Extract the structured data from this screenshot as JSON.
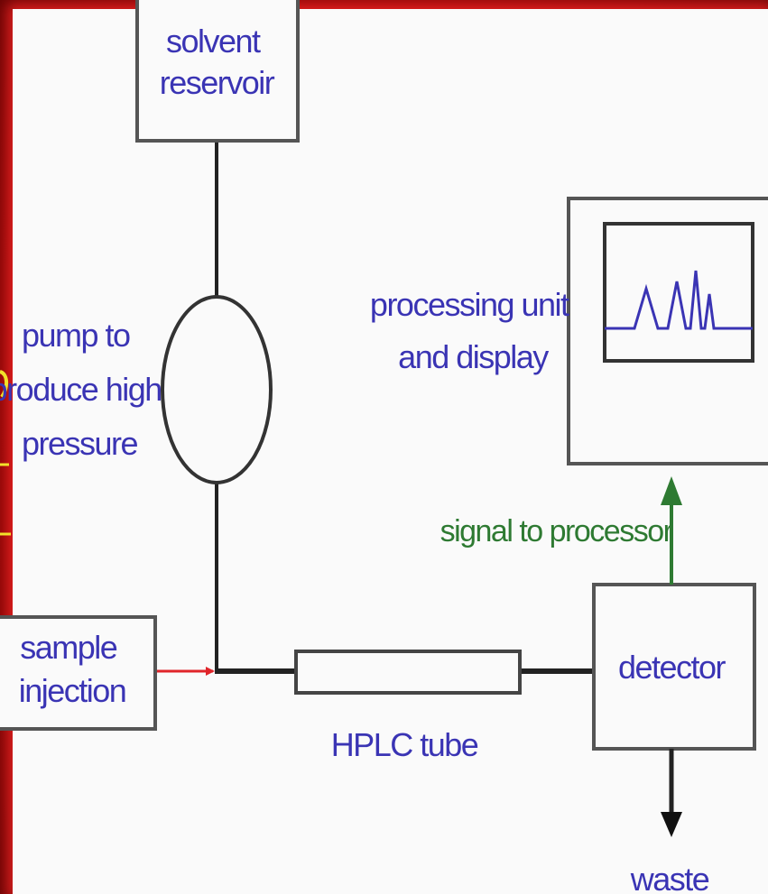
{
  "labels": {
    "solvent_reservoir": [
      "solvent",
      "reservoir"
    ],
    "pump": [
      "pump to",
      "produce high",
      "pressure"
    ],
    "sample_injection": [
      "sample",
      "injection"
    ],
    "processing_unit": [
      "processing unit",
      "and display"
    ],
    "signal": "signal to processor",
    "detector": "detector",
    "hplc_tube": "HPLC tube",
    "waste": "waste"
  },
  "colors": {
    "border_red": "#b00c0c",
    "label_blue": "#3a34b4",
    "signal_green": "#2e7a32",
    "injection_arrow_red": "#e0242a",
    "line_dark": "#222222",
    "peaks_blue": "#3a34b4"
  },
  "icons": {
    "pump": "circle-pump-icon",
    "display_trace": "chromatogram-peaks-icon"
  }
}
